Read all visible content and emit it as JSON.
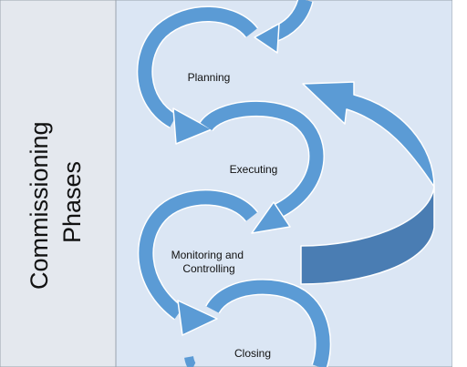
{
  "diagram": {
    "title_lines": [
      "Commissioning",
      "Phases"
    ],
    "phases": [
      {
        "id": "planning",
        "label_lines": [
          "Planning"
        ]
      },
      {
        "id": "executing",
        "label_lines": [
          "Executing"
        ]
      },
      {
        "id": "monitoring",
        "label_lines": [
          "Monitoring and",
          "Controlling"
        ]
      },
      {
        "id": "closing",
        "label_lines": [
          "Closing"
        ]
      }
    ],
    "colors": {
      "sidebar": "#e4e8ee",
      "panel": "#dbe6f4",
      "arrow": "#5b9bd5",
      "arrow_dark": "#4a7db3",
      "arrow_edge": "#ffffff"
    }
  }
}
